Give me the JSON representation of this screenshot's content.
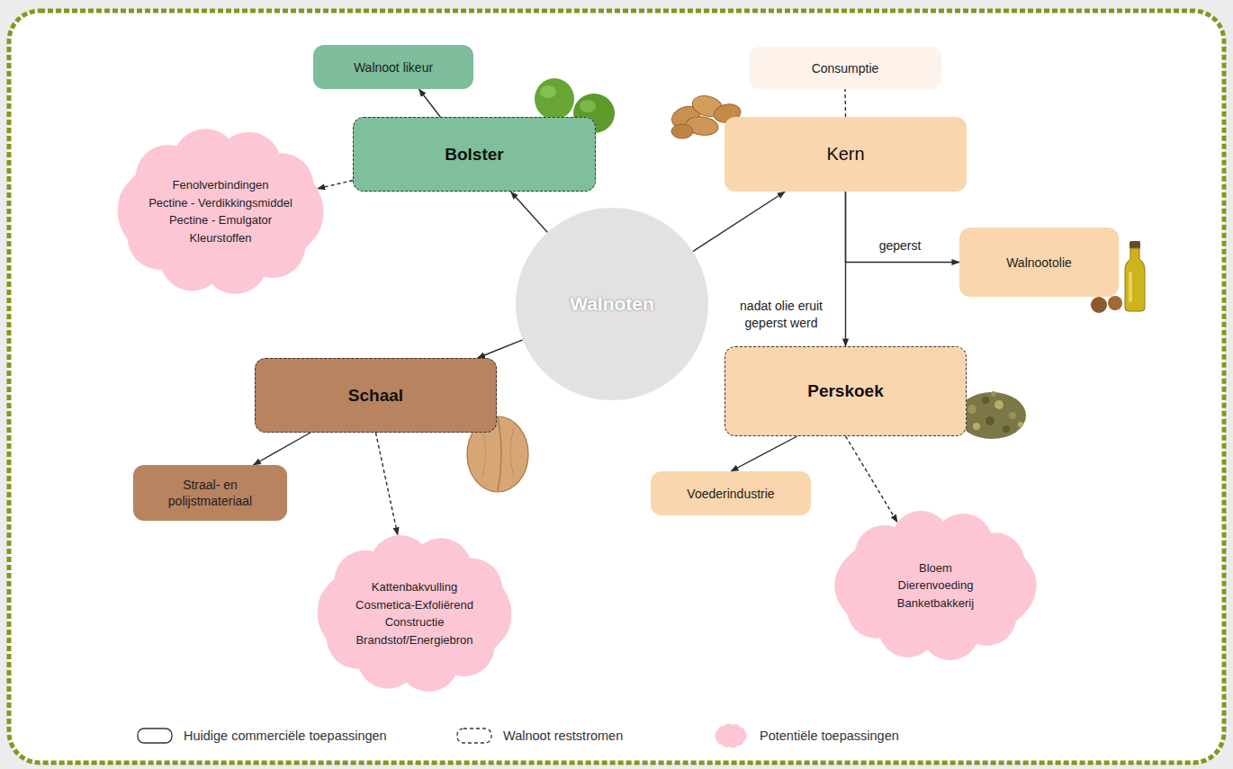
{
  "diagram": {
    "nodes": [
      {
        "text": [
          "Walnoot likeur"
        ]
      },
      {
        "text": [
          "Consumptie"
        ]
      },
      {
        "text": [
          "Bolster"
        ]
      },
      {
        "text": [
          "Kern"
        ]
      },
      {
        "text": [
          "Fenolverbindingen",
          "Pectine - Verdikkingsmiddel",
          "Pectine - Emulgator",
          "Kleurstoffen"
        ]
      },
      {
        "text": [
          "Walnoten"
        ]
      },
      {
        "text": [
          "Walnootolie"
        ]
      },
      {
        "text": [
          "Schaal"
        ]
      },
      {
        "text": [
          "Perskoek"
        ]
      },
      {
        "text": [
          "Straal- en polijstmateriaal"
        ]
      },
      {
        "text": [
          "Voederindustrie"
        ]
      },
      {
        "text": [
          "Kattenbakvulling",
          "Cosmetica-Exfoliërend",
          "Constructie",
          "Brandstof/Energiebron"
        ]
      },
      {
        "text": [
          "Bloem",
          "Dierenvoeding",
          "Banketbakkerij"
        ]
      }
    ],
    "edges": [
      {
        "from": 5,
        "to": 2,
        "arrow": "to"
      },
      {
        "from": 5,
        "to": 3,
        "arrow": "to"
      },
      {
        "from": 5,
        "to": 7,
        "arrow": "to"
      },
      {
        "from": 2,
        "to": 0,
        "arrow": "to"
      },
      {
        "from": 2,
        "to": 4,
        "arrow": "to"
      },
      {
        "from": 3,
        "to": 1,
        "arrow": "none"
      },
      {
        "from": 3,
        "to": 6,
        "arrow": "to",
        "label": "geperst"
      },
      {
        "from": 3,
        "to": 8,
        "arrow": "to",
        "label": "nadat olie eruit geperst werd"
      },
      {
        "from": 7,
        "to": 9,
        "arrow": "to"
      },
      {
        "from": 7,
        "to": 11,
        "arrow": "to"
      },
      {
        "from": 8,
        "to": 10,
        "arrow": "to"
      },
      {
        "from": 8,
        "to": 12,
        "arrow": "to"
      }
    ],
    "legend": [
      {
        "text": "Huidige commerciële toepassingen"
      },
      {
        "text": "Walnoot reststromen"
      },
      {
        "text": "Potentiële toepassingen",
        "color": "#fcc6d4"
      }
    ]
  }
}
